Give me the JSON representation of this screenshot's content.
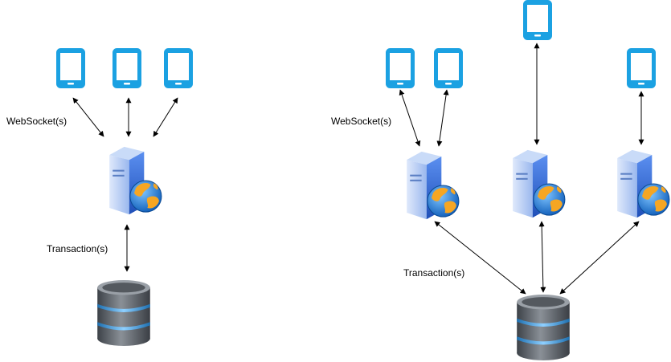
{
  "colors": {
    "phone": "#1ba1e2",
    "arrow": "#000000",
    "server_front": "#3a6fd6",
    "server_side": "#9ab8ee",
    "globe_ocean": "#1e7ad8",
    "globe_land": "#f6a623",
    "db_body": "#5a5f66",
    "db_band": "#4fa3e0"
  },
  "icons": {
    "phone": "smartphone-icon",
    "server": "web-server-icon",
    "database": "database-icon"
  },
  "left_diagram": {
    "websocket_label": "WebSocket(s)",
    "transaction_label": "Transaction(s)"
  },
  "right_diagram": {
    "websocket_label": "WebSocket(s)",
    "transaction_label": "Transaction(s)"
  }
}
